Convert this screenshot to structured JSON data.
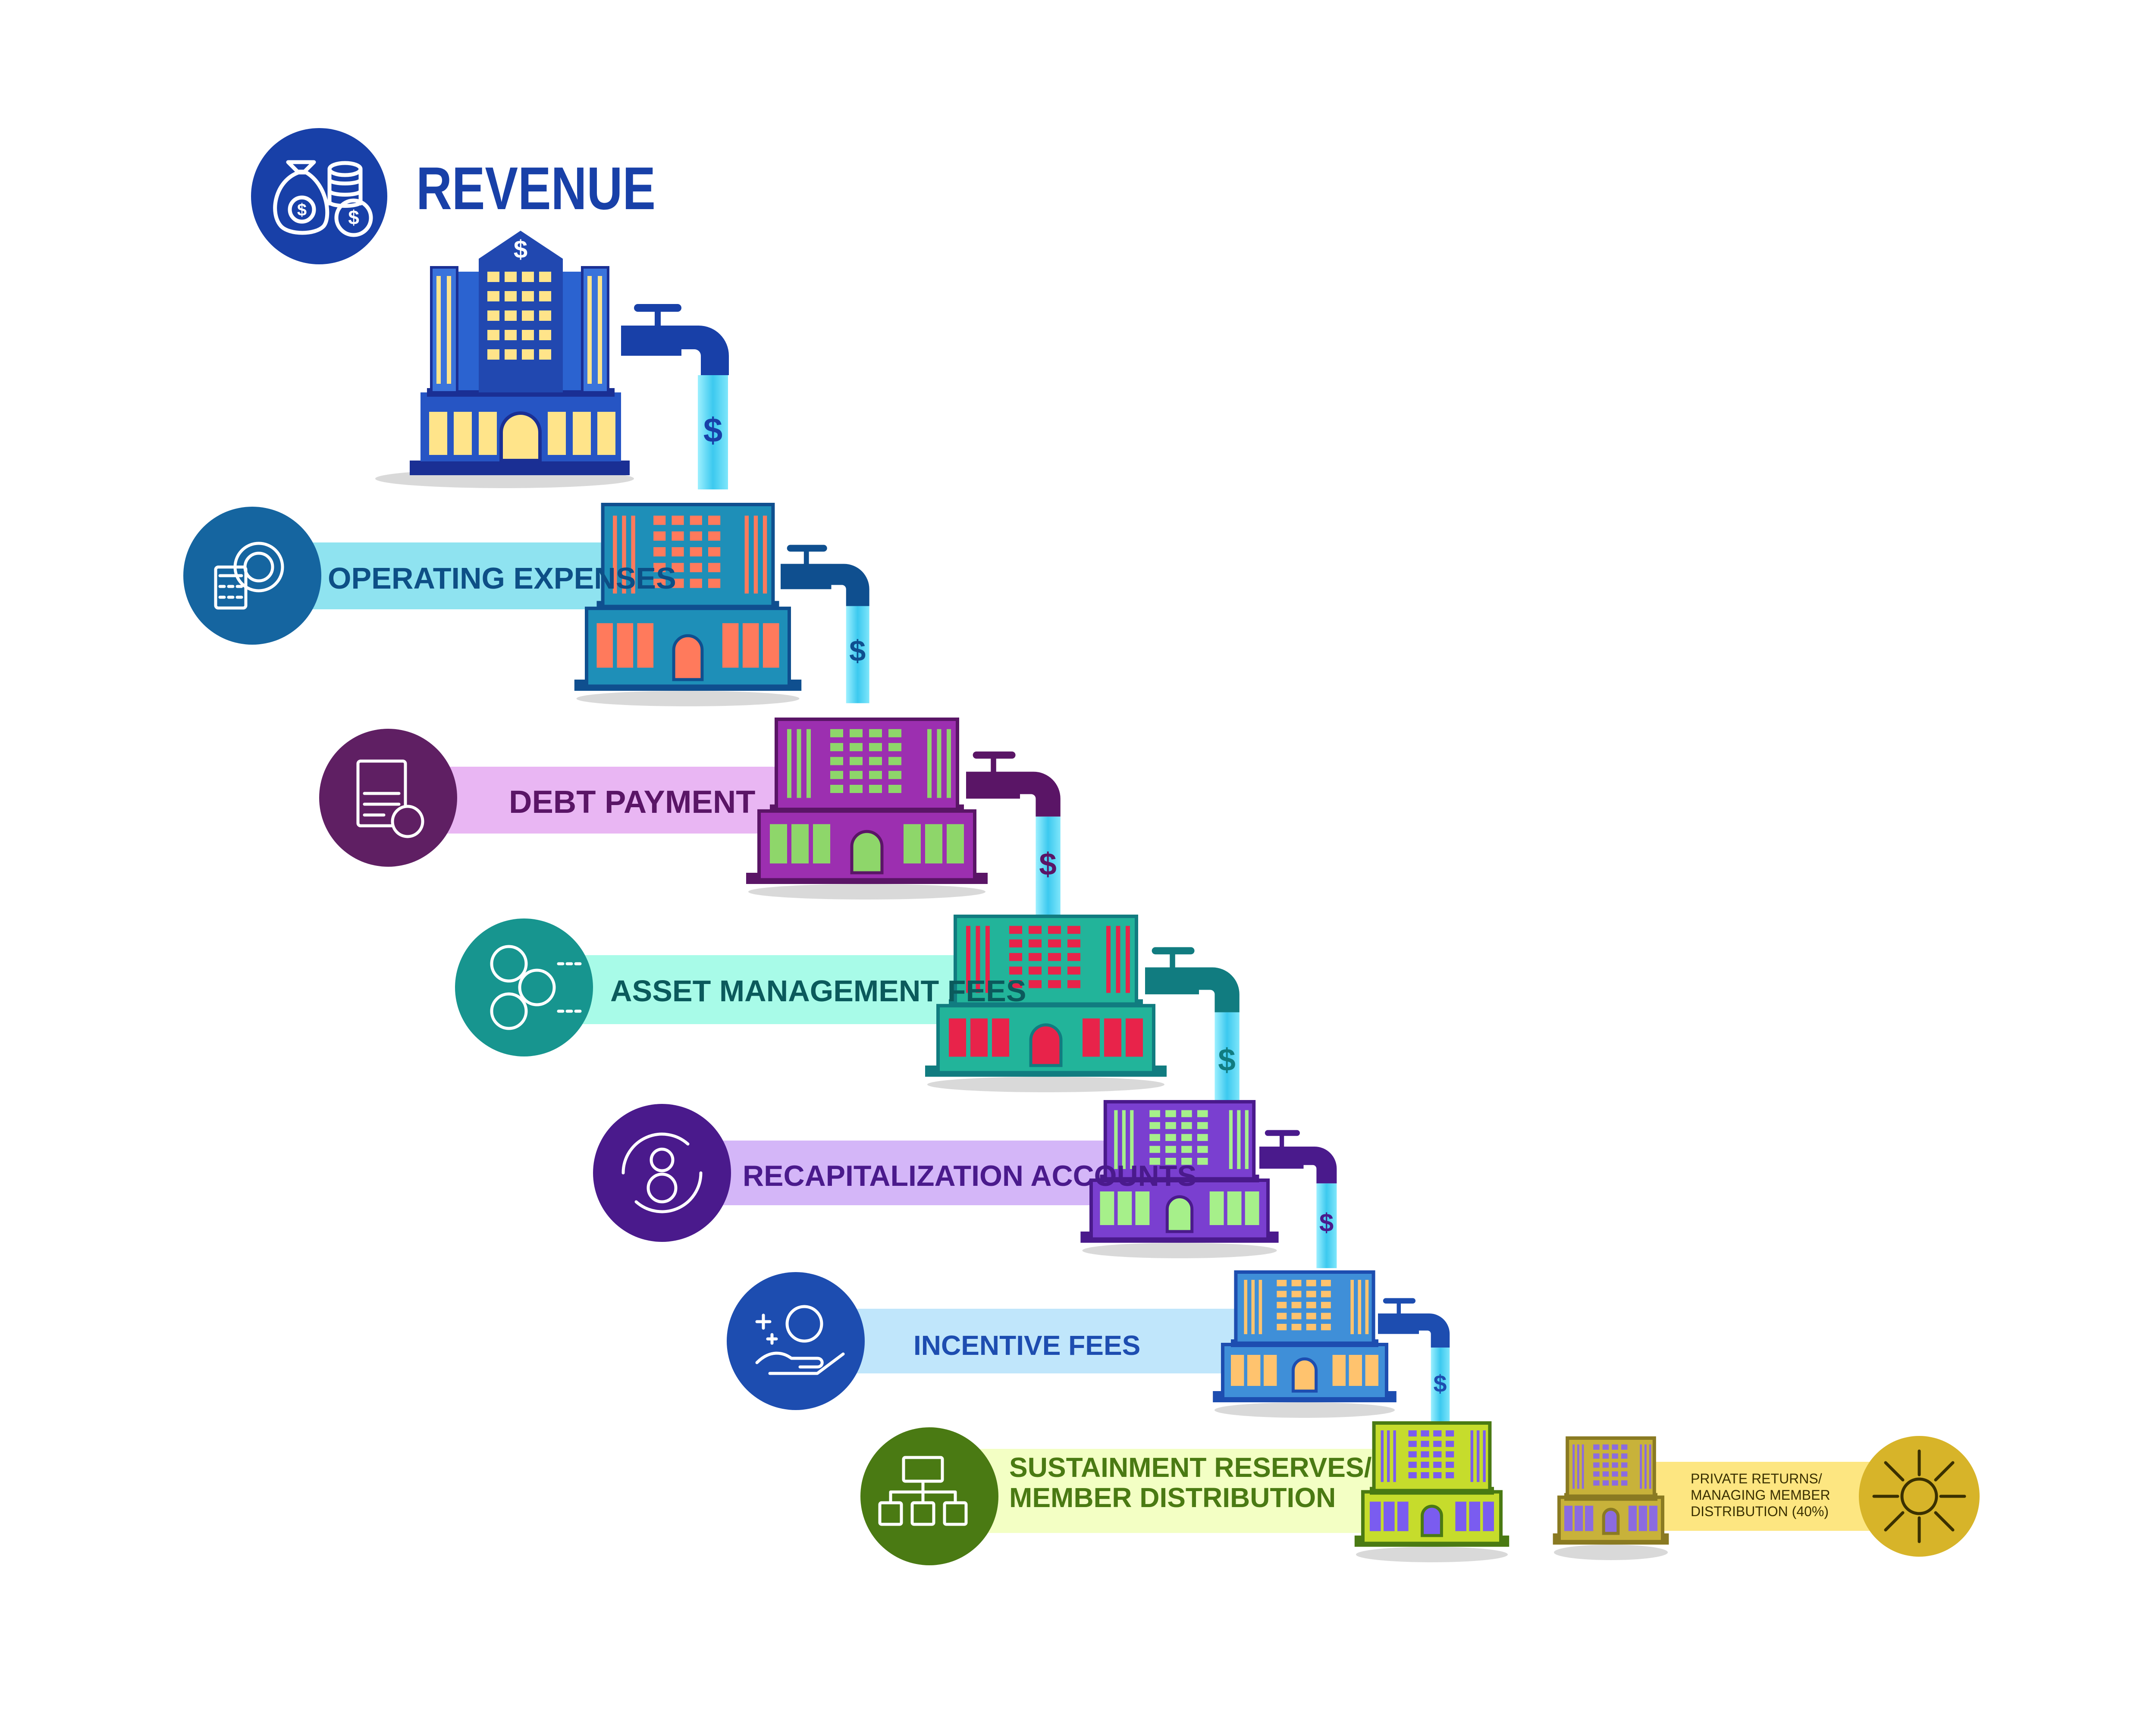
{
  "title": "REVENUE",
  "icon_title": "money-bags-coins-icon",
  "faucet_symbol": "$",
  "tiers": [
    {
      "label": "OPERATING EXPENSES",
      "icon": "calculator-gear-dollar-icon",
      "colors": {
        "circle": "#1565a0",
        "band": "#8fe3f0",
        "text": "#0d4f86",
        "body": "#1e8fb8",
        "accent": "#ff7a5c",
        "pipe": "#0f4f8f"
      }
    },
    {
      "label": "DEBT PAYMENT",
      "icon": "debt-document-icon",
      "colors": {
        "circle": "#5f1f63",
        "band": "#e9b6f3",
        "text": "#5a1566",
        "body": "#9c2fb0",
        "accent": "#8ed66a",
        "pipe": "#5a1566"
      }
    },
    {
      "label": "ASSET MANAGEMENT FEES",
      "icon": "asset-management-icon",
      "colors": {
        "circle": "#17958f",
        "band": "#a8fbe8",
        "text": "#0b5a5c",
        "body": "#22b49a",
        "accent": "#e8234a",
        "pipe": "#117c80"
      }
    },
    {
      "label": "RECAPITALIZATION ACCOUNTS",
      "icon": "recapitalization-person-icon",
      "colors": {
        "circle": "#4a1a8c",
        "band": "#d4b6f8",
        "text": "#4a1a8c",
        "body": "#7a3fd0",
        "accent": "#a6f08a",
        "pipe": "#4a1a8c"
      }
    },
    {
      "label": "INCENTIVE FEES",
      "icon": "incentive-hand-badge-icon",
      "colors": {
        "circle": "#1d4db0",
        "band": "#c0e6fb",
        "text": "#1d4db0",
        "body": "#3f8fd8",
        "accent": "#ffc36e",
        "pipe": "#1d4db0"
      }
    },
    {
      "label_lines": [
        "SUSTAINMENT RESERVES/",
        "MEMBER DISTRIBUTION"
      ],
      "icon": "distribution-network-icon",
      "colors": {
        "circle": "#4a7a13",
        "band": "#f3ffc4",
        "text": "#4a7a13",
        "body": "#c6dc2c",
        "accent": "#7a5cf0",
        "pipe": "#4a7a13"
      }
    }
  ],
  "side_note": {
    "lines": [
      "PRIVATE RETURNS/",
      "MANAGING MEMBER",
      "DISTRIBUTION (40%)"
    ],
    "icon": "percent-arrows-icon",
    "colors": {
      "circle": "#d7b429",
      "band": "#fde681",
      "text": "#3a3000",
      "body": "#c8b23a",
      "accent": "#8b6be0"
    }
  },
  "palette": {
    "revenue_circle": "#1840a8",
    "revenue_text": "#1840a8",
    "water": "#5bd8f5",
    "shadow": "#d6d6d6"
  }
}
